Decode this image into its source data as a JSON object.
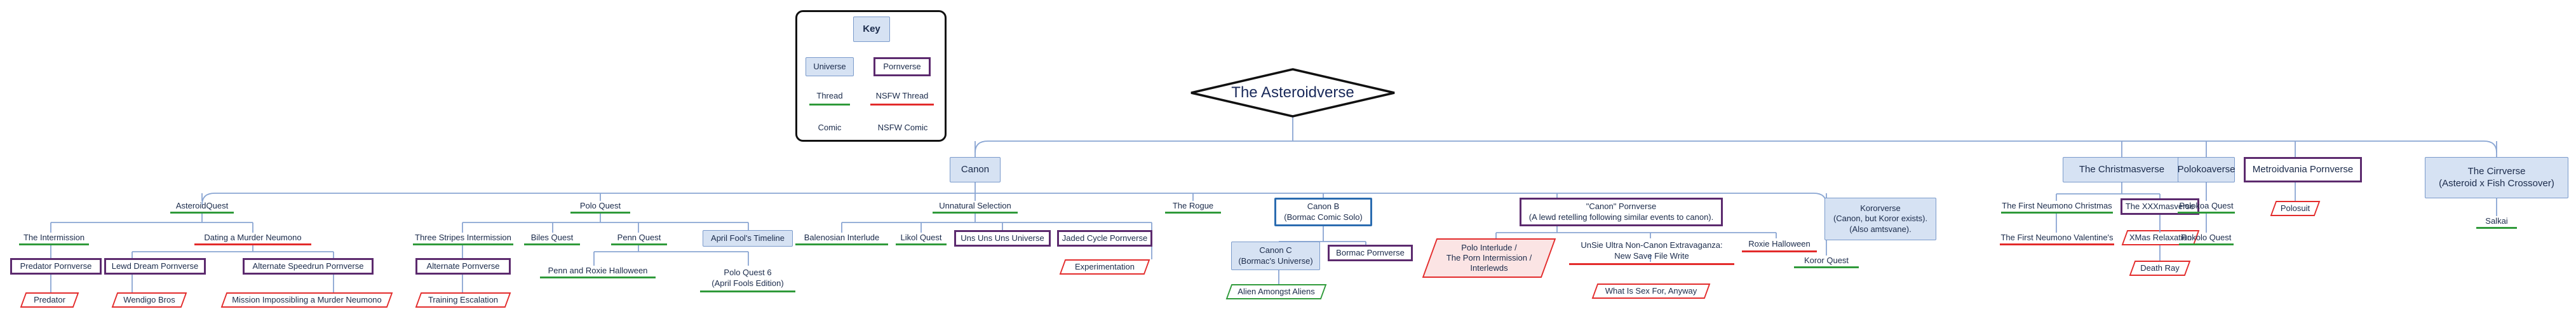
{
  "title": "The Asteroidverse",
  "key": {
    "heading": "Key",
    "universe": "Universe",
    "pornverse": "Pornverse",
    "thread": "Thread",
    "nsfw_thread": "NSFW Thread",
    "comic": "Comic",
    "nsfw_comic": "NSFW Comic"
  },
  "colors": {
    "universe_fill": "#d6e2f3",
    "universe_border": "#7a9acb",
    "pornverse_border": "#5c2a6e",
    "thread_underline": "#2f9a3a",
    "nsfw_underline": "#e32b2b",
    "connector": "#8aa6d3"
  },
  "top": {
    "canon": "Canon",
    "christmasverse": "The Christmasverse",
    "polokoaverse": "Polokoaverse",
    "metroidvania": "Metroidvania Pornverse",
    "cirrverse": "The Cirrverse\n(Asteroid x Fish Crossover)"
  },
  "canon_children": {
    "asteroidquest": "AsteroidQuest",
    "polo_quest": "Polo Quest",
    "unnatural_selection": "Unnatural Selection",
    "the_rogue": "The Rogue",
    "canon_b": "Canon B\n(Bormac Comic Solo)",
    "canon_pornverse": "\"Canon\" Pornverse\n(A lewd retelling following similar events to canon).",
    "kororverse": "Kororverse\n(Canon, but Koror exists).\n(Also amtsvane)."
  },
  "asteroidquest": {
    "the_intermission": "The Intermission",
    "dating_murder": "Dating a Murder Neumono",
    "predator_pornverse": "Predator Pornverse",
    "predator": "Predator",
    "lewd_dream": "Lewd Dream Pornverse",
    "wendigo_bros": "Wendigo Bros",
    "alt_speedrun": "Alternate Speedrun Pornverse",
    "mission_impossible": "Mission Impossibling a Murder Neumono"
  },
  "polo_quest": {
    "three_stripes": "Three Stripes Intermission",
    "biles_quest": "Biles Quest",
    "penn_quest": "Penn Quest",
    "april_fools": "April Fool's Timeline",
    "alt_pornverse": "Alternate Pornverse",
    "training_escalation": "Training Escalation",
    "penn_roxie": "Penn and Roxie Halloween",
    "polo_quest_6": "Polo Quest 6\n(April Fools Edition)"
  },
  "unnatural_selection": {
    "balenosian": "Balenosian Interlude",
    "likol_quest": "Likol Quest",
    "uns_uns": "Uns Uns Uns Universe",
    "jaded_cycle": "Jaded Cycle Pornverse",
    "experimentation": "Experimentation"
  },
  "canon_b": {
    "canon_c": "Canon C\n(Bormac's Universe)",
    "bormac_pornverse": "Bormac Pornverse",
    "alien_amongst": "Alien Amongst Aliens"
  },
  "canon_pornverse": {
    "polo_interlude": "Polo Interlude /\nThe Porn Intermission /\nInterlewds",
    "unsie_ultra": "UnSie Ultra Non-Canon Extravaganza:\nNew Save File Write",
    "roxie_halloween": "Roxie Halloween",
    "what_is_sex": "What Is Sex For, Anyway"
  },
  "kororverse": {
    "koror_quest": "Koror Quest"
  },
  "christmasverse": {
    "first_christmas": "The First Neumono Christmas",
    "first_valentines": "The First Neumono Valentine's",
    "xxxmasverse": "The XXXmasverse",
    "xmas_relaxation": "XMas Relaxation",
    "death_ray": "Death Ray"
  },
  "polokoaverse": {
    "polokoa_quest": "Polokoa Quest",
    "rokolo_quest": "Rokolo Quest"
  },
  "metroidvania": {
    "polosuit": "Polosuit"
  },
  "cirrverse": {
    "salkai": "Salkai"
  }
}
